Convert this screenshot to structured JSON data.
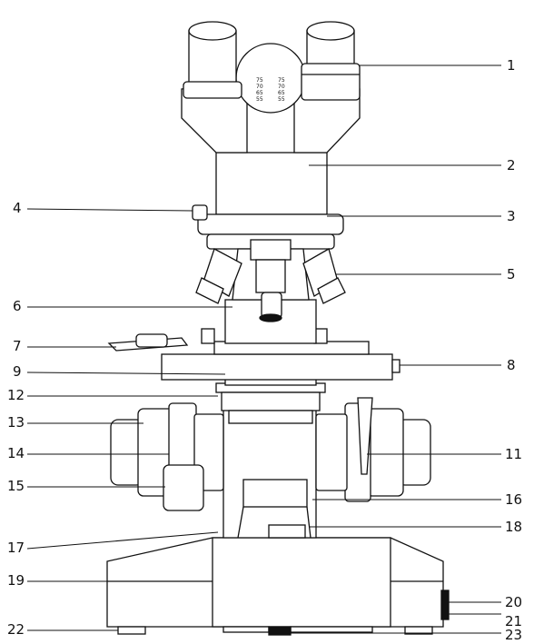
{
  "callouts": [
    {
      "id": "1",
      "text": "1"
    },
    {
      "id": "2",
      "text": "2"
    },
    {
      "id": "3",
      "text": "3"
    },
    {
      "id": "4",
      "text": "4"
    },
    {
      "id": "5",
      "text": "5"
    },
    {
      "id": "6",
      "text": "6"
    },
    {
      "id": "7",
      "text": "7"
    },
    {
      "id": "8",
      "text": "8"
    },
    {
      "id": "9",
      "text": "9"
    },
    {
      "id": "10",
      "text": "11"
    },
    {
      "id": "11",
      "text": "12"
    },
    {
      "id": "12",
      "text": "13"
    },
    {
      "id": "13",
      "text": "14"
    },
    {
      "id": "14",
      "text": "15"
    },
    {
      "id": "15",
      "text": "16"
    },
    {
      "id": "16",
      "text": "17"
    },
    {
      "id": "17",
      "text": "18"
    },
    {
      "id": "18",
      "text": "19"
    },
    {
      "id": "19",
      "text": "20"
    },
    {
      "id": "20",
      "text": "21"
    },
    {
      "id": "21",
      "text": "22"
    },
    {
      "id": "22",
      "text": "23"
    }
  ],
  "ipd_scale": {
    "left": [
      "75",
      "70",
      "65",
      "55"
    ],
    "right": [
      "75",
      "70",
      "65",
      "55"
    ]
  }
}
